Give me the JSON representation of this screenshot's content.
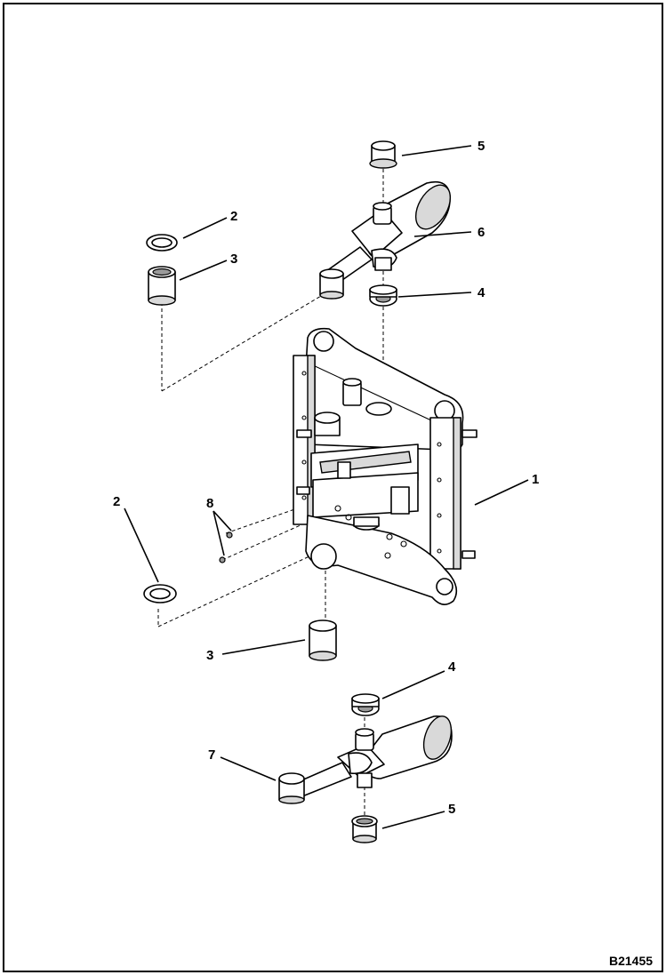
{
  "diagram": {
    "drawing_number": "B21455",
    "callouts": [
      {
        "id": "c5-top",
        "label": "5"
      },
      {
        "id": "c6",
        "label": "6"
      },
      {
        "id": "c2-top",
        "label": "2"
      },
      {
        "id": "c3-top",
        "label": "3"
      },
      {
        "id": "c4-top",
        "label": "4"
      },
      {
        "id": "c1",
        "label": "1"
      },
      {
        "id": "c2-bottom",
        "label": "2"
      },
      {
        "id": "c8",
        "label": "8"
      },
      {
        "id": "c3-bottom",
        "label": "3"
      },
      {
        "id": "c4-bottom",
        "label": "4"
      },
      {
        "id": "c7",
        "label": "7"
      },
      {
        "id": "c5-bottom",
        "label": "5"
      }
    ]
  }
}
